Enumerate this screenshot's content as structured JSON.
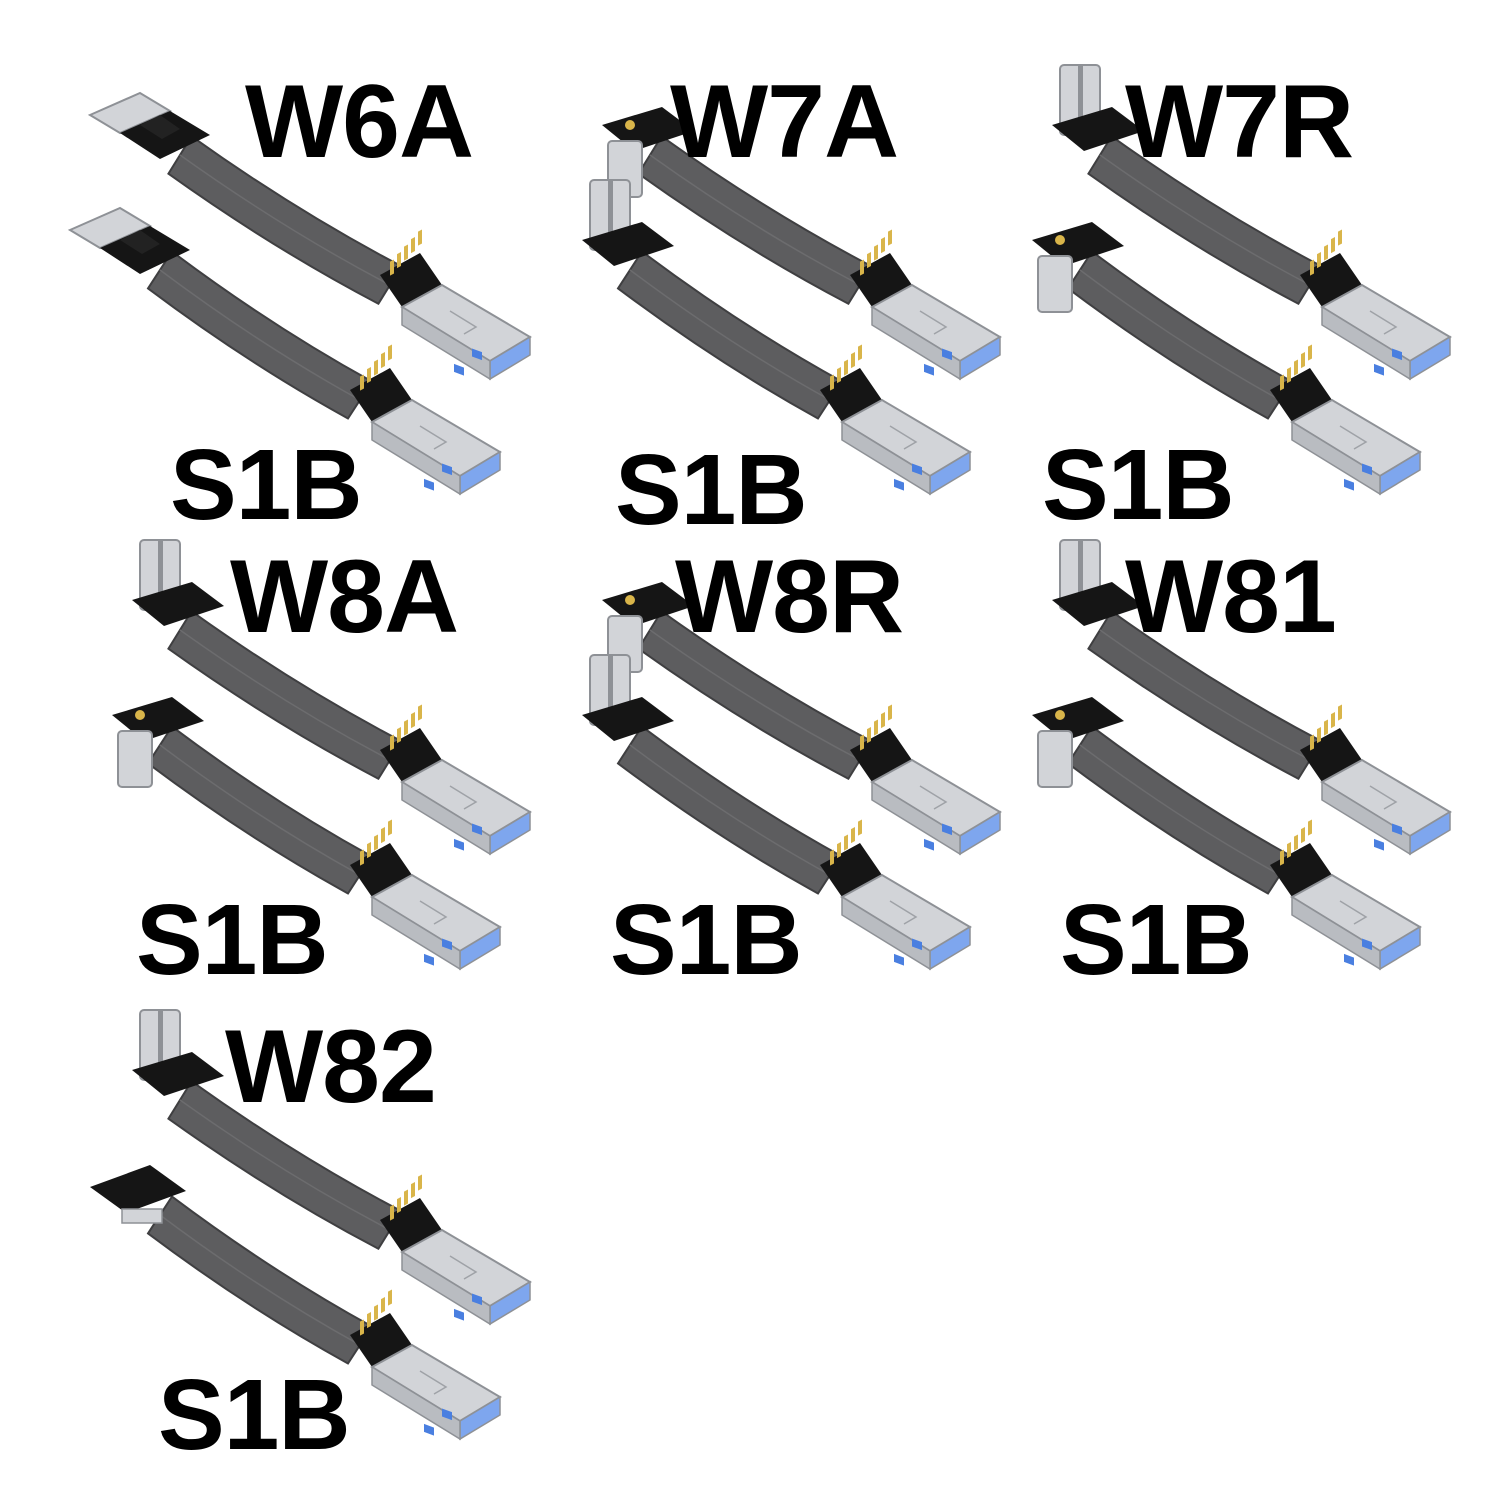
{
  "panels": [
    {
      "top_label": "W6A",
      "bottom_label": "S1B",
      "top_style": "straight",
      "bottom_style": "straight"
    },
    {
      "top_label": "W7A",
      "bottom_label": "S1B",
      "top_style": "angle-down",
      "bottom_style": "angle-up"
    },
    {
      "top_label": "W7R",
      "bottom_label": "S1B",
      "top_style": "angle-up",
      "bottom_style": "angle-down"
    },
    {
      "top_label": "W8A",
      "bottom_label": "S1B",
      "top_style": "angle-up",
      "bottom_style": "angle-down"
    },
    {
      "top_label": "W8R",
      "bottom_label": "S1B",
      "top_style": "angle-down",
      "bottom_style": "angle-up"
    },
    {
      "top_label": "W81",
      "bottom_label": "S1B",
      "top_style": "angle-up",
      "bottom_style": "angle-down"
    },
    {
      "top_label": "W82",
      "bottom_label": "S1B",
      "top_style": "angle-up",
      "bottom_style": "flat-down"
    }
  ],
  "colors": {
    "cable": "#5d5d5f",
    "cable_edge": "#3f3f41",
    "pcb": "#151515",
    "metal": "#d2d4d8",
    "metal_dark": "#8e9196",
    "usb_insert": "#4a7fe0",
    "gold": "#d9b54a"
  }
}
